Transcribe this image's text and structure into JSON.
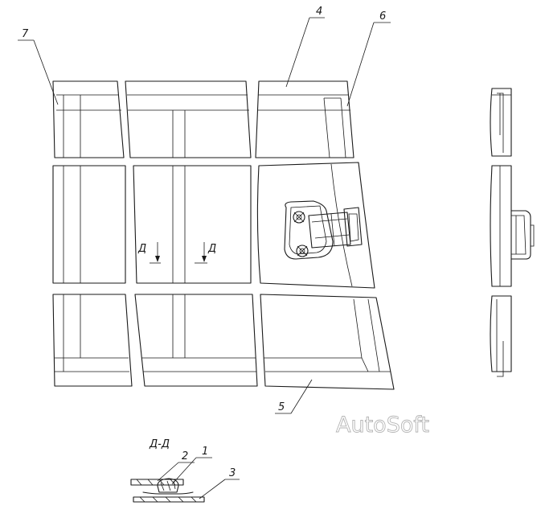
{
  "callouts": [
    "7",
    "4",
    "6",
    "5",
    "2",
    "1",
    "3"
  ],
  "section_marker": "Д",
  "section_title": "Д-Д",
  "watermark": "AutoSoft"
}
